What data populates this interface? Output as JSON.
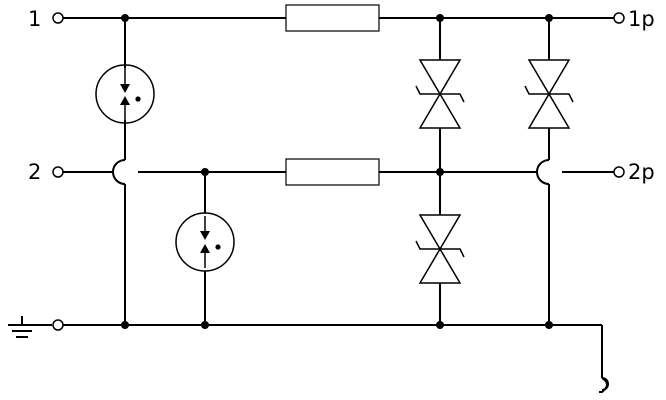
{
  "terminals": {
    "in1": "1",
    "in2": "2",
    "out1": "1p",
    "out2": "2p"
  },
  "colors": {
    "line": "#000000",
    "background": "#ffffff"
  },
  "icons": {
    "ground": "ground-icon",
    "gas_discharge_tube": "gas-discharge-tube-icon",
    "tvs_diode": "bidirectional-tvs-diode-icon",
    "resistor": "resistor-icon",
    "wire_crossover": "wire-crossover-hop-icon",
    "chassis_connection": "chassis-hook-icon"
  }
}
